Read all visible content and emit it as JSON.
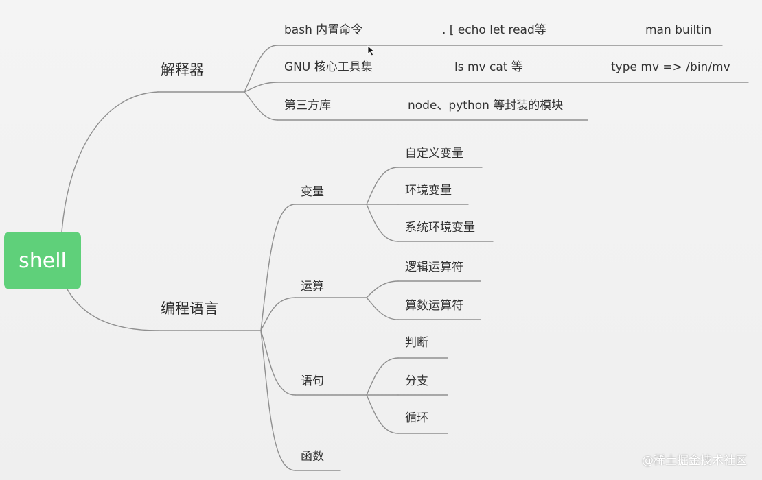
{
  "root": {
    "label": "shell",
    "color": "#5fd07a"
  },
  "interpreter": {
    "label": "解释器",
    "items": [
      {
        "label": "bash 内置命令",
        "col2": ". [  echo  let  read等",
        "col3": "man builtin"
      },
      {
        "label": "GNU 核心工具集",
        "col2": "ls  mv  cat 等",
        "col3": "type mv =>  /bin/mv"
      },
      {
        "label": "第三方库",
        "col2": "node、python 等封装的模块"
      }
    ]
  },
  "programming": {
    "label": "编程语言",
    "variables": {
      "label": "变量",
      "items": [
        "自定义变量",
        "环境变量",
        "系统环境变量"
      ]
    },
    "operations": {
      "label": "运算",
      "items": [
        "逻辑运算符",
        "算数运算符"
      ]
    },
    "statements": {
      "label": "语句",
      "items": [
        "判断",
        "分支",
        "循环"
      ]
    },
    "functions": {
      "label": "函数"
    }
  },
  "cursor_icon": "mouse-pointer-icon",
  "line_color": "#8f8f8f",
  "watermark": "@稀土掘金技术社区"
}
